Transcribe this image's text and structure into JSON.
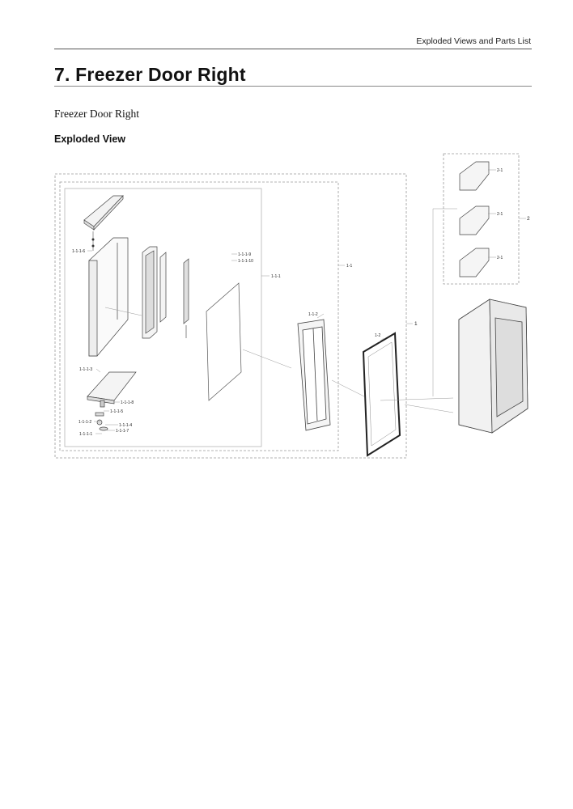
{
  "header": {
    "section": "Exploded Views and Parts List"
  },
  "chapter": {
    "title": "7.  Freezer Door Right"
  },
  "subtitle": "Freezer Door Right",
  "section_heading": "Exploded View",
  "diagram": {
    "labels": {
      "l1": "1",
      "l11": "1-1",
      "l12": "1-2",
      "l112": "1-1-2",
      "l111": "1-1-1",
      "l1116": "1-1-1-6",
      "l1113": "1-1-1-3",
      "l1118": "1-1-1-8",
      "l1115": "1-1-1-5",
      "l1112": "1-1-1-2",
      "l1114": "1-1-1-4",
      "l1111": "1-1-1-1",
      "l1117": "1-1-1-7",
      "l1119": "1-1-1-9",
      "l11110": "1-1-1-10",
      "l2": "2",
      "l21a": "2-1",
      "l21b": "2-1",
      "l21c": "2-1"
    }
  }
}
